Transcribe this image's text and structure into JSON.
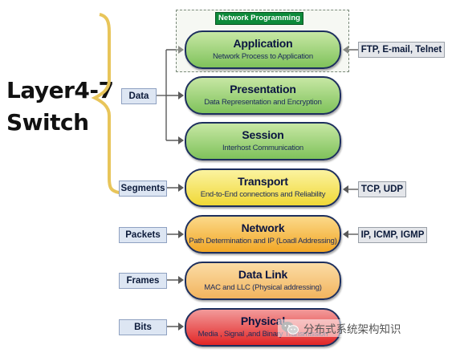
{
  "left_label": {
    "line1": "Layer4-7",
    "line2": "Switch"
  },
  "network_programming": "Network Programming",
  "layers": [
    {
      "name": "Application",
      "desc": "Network Process to Application"
    },
    {
      "name": "Presentation",
      "desc": "Data Representation and Encryption"
    },
    {
      "name": "Session",
      "desc": "Interhost Communication"
    },
    {
      "name": "Transport",
      "desc": "End-to-End connections and Reliability"
    },
    {
      "name": "Network",
      "desc": "Path Determination and IP (Loadl Addressing)"
    },
    {
      "name": "Data Link",
      "desc": "MAC and LLC (Physical addressing)"
    },
    {
      "name": "Physical",
      "desc": "Media , Signal ,and Binary Transmission"
    }
  ],
  "pdu_labels": [
    "Data",
    "Segments",
    "Packets",
    "Frames",
    "Bits"
  ],
  "protocols": [
    "FTP, E-mail, Telnet",
    "TCP, UDP",
    "IP, ICMP, IGMP"
  ],
  "watermark": "分布式系统架构知识",
  "colors": {
    "brace": "#e8c55a",
    "arrow": "#555555",
    "np_bg": "#0d8a3a"
  }
}
